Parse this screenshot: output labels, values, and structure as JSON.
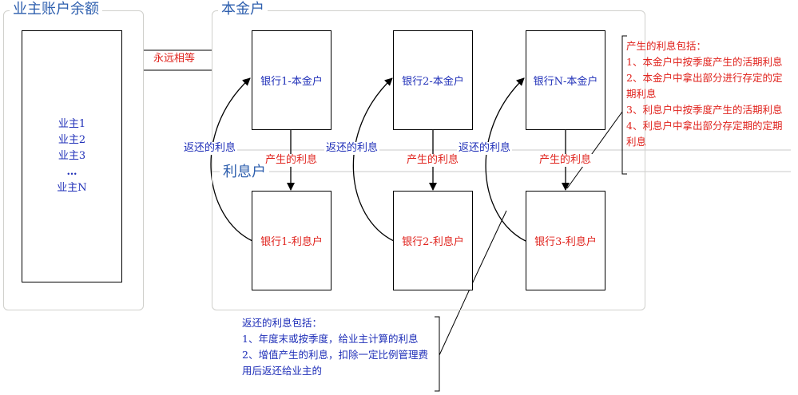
{
  "groups": {
    "owner_balance": "业主账户余额",
    "principal_account": "本金户",
    "interest_account": "利息户"
  },
  "owners": [
    "业主1",
    "业主2",
    "业主3",
    "…",
    "业主N"
  ],
  "always_equal": "永远相等",
  "principal_boxes": [
    "银行1-本金户",
    "银行2-本金户",
    "银行N-本金户"
  ],
  "interest_boxes": [
    "银行1-利息户",
    "银行2-利息户",
    "银行3-利息户"
  ],
  "generated_interest": [
    "产生的利息",
    "产生的利息",
    "产生的利息"
  ],
  "returned_interest": [
    "返还的利息",
    "返还的利息",
    "返还的利息"
  ],
  "generated_note": {
    "title": "产生的利息包括：",
    "items": [
      "1、本金户中按季度产生的活期利息",
      "2、本金户中拿出部分进行存定的定期利息",
      "3、利息户中按季度产生的活期利息",
      "4、利息户中拿出部分存定期的定期利息"
    ]
  },
  "returned_note": {
    "title": "返还的利息包括：",
    "items": [
      "1、年度末或按季度，给业主计算的利息",
      "2、增值产生的利息，扣除一定比例管理费用后返还给业主的"
    ]
  },
  "colors": {
    "blue_text": "#1f2fb8",
    "red_text": "#e0231d",
    "group_title": "#2e5fae",
    "group_border": "#d0d0cc"
  }
}
